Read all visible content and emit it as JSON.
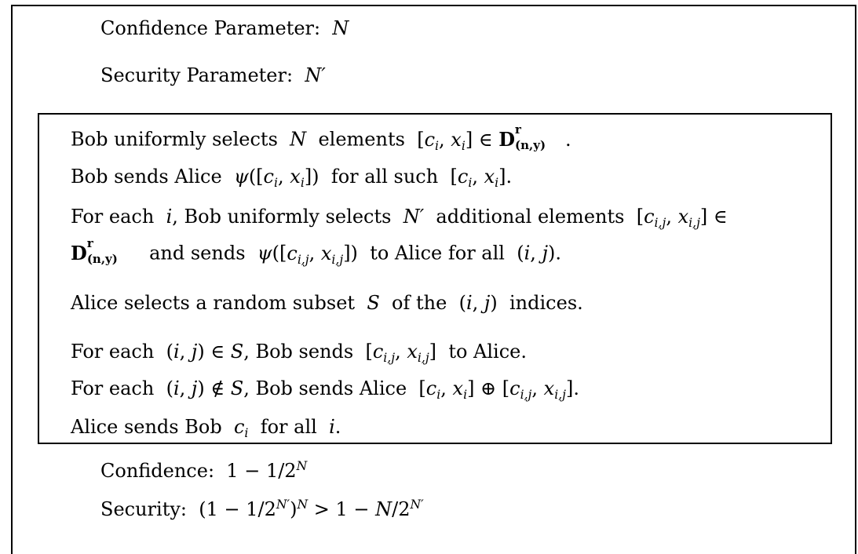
{
  "outer": {
    "confidence_param_label": "Confidence Parameter:",
    "security_param_label": "Security Parameter:",
    "confidence_label": "Confidence:",
    "security_label": "Security:"
  },
  "protocol": {
    "l1_a": "Bob uniformly selects",
    "l1_b": "elements",
    "l2_a": "Bob sends Alice",
    "l2_b": "for all such",
    "l3_a": "For each",
    "l3_b": ", Bob uniformly selects",
    "l3_c": "additional elements",
    "l4_a": "and sends",
    "l4_b": "to Alice for all",
    "l5_a": "Alice selects a random subset",
    "l5_b": "of the",
    "l5_c": "indices.",
    "l6_a": "For each",
    "l6_b": ", Bob sends",
    "l6_c": "to Alice.",
    "l7_a": "For each",
    "l7_b": ", Bob sends Alice",
    "l8_a": "Alice sends Bob",
    "l8_b": "for all"
  }
}
